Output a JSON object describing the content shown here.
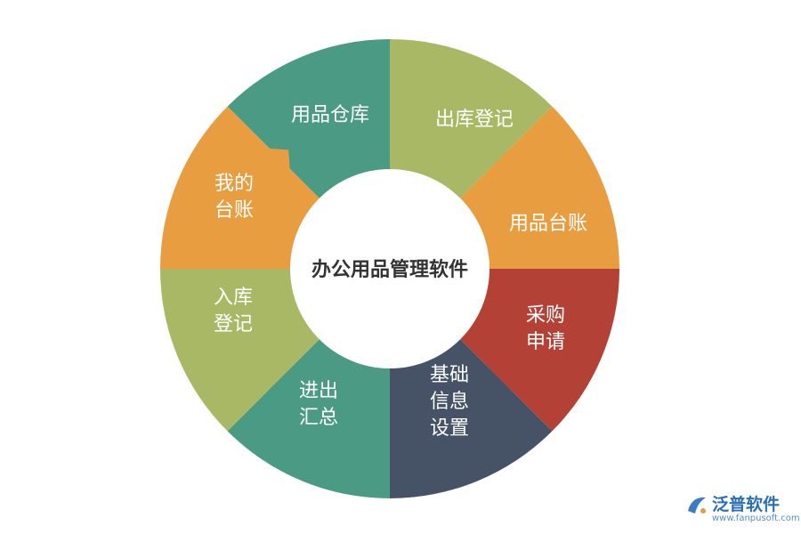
{
  "center": {
    "text": "办公用品管理软件"
  },
  "segments": [
    {
      "id": "yongpin-cangku",
      "lines": [
        "用品仓库"
      ],
      "color": "#4b9a84"
    },
    {
      "id": "chuku-dengji",
      "lines": [
        "出库登记"
      ],
      "color": "#a8b865"
    },
    {
      "id": "yongpin-taizhang",
      "lines": [
        "用品台账"
      ],
      "color": "#e89e40"
    },
    {
      "id": "caigou-shenqing",
      "lines": [
        "采购",
        "申请"
      ],
      "color": "#b44136"
    },
    {
      "id": "jichu-xinxi-shezhi",
      "lines": [
        "基础",
        "信息",
        "设置"
      ],
      "color": "#465366"
    },
    {
      "id": "jinchu-huizong",
      "lines": [
        "进出",
        "汇总"
      ],
      "color": "#4b9a84"
    },
    {
      "id": "ruku-dengji",
      "lines": [
        "入库",
        "登记"
      ],
      "color": "#a8b865"
    },
    {
      "id": "wode-taizhang",
      "lines": [
        "我的",
        "台账"
      ],
      "color": "#e89e40"
    }
  ],
  "brand": {
    "name": "泛普软件",
    "url": "www.fanpusoft.com",
    "logo_color": "#3a7cc8"
  }
}
